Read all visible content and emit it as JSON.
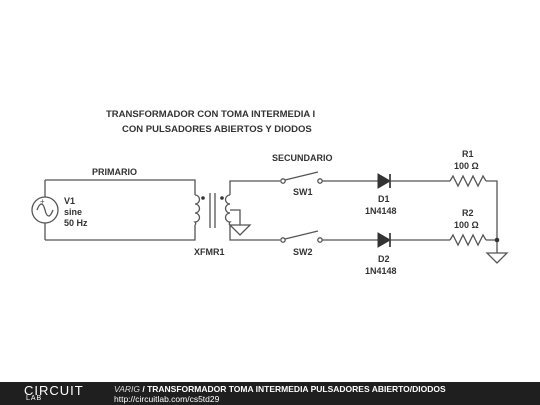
{
  "diagram": {
    "title_line1": "TRANSFORMADOR CON TOMA INTERMEDIA I",
    "title_line2": "CON PULSADORES ABIERTOS Y DIODOS",
    "primary_label": "PRIMARIO",
    "secondary_label": "SECUNDARIO",
    "source": {
      "name": "V1",
      "type": "sine",
      "freq": "50 Hz"
    },
    "transformer": {
      "name": "XFMR1"
    },
    "switches": [
      {
        "name": "SW1"
      },
      {
        "name": "SW2"
      }
    ],
    "diodes": [
      {
        "name": "D1",
        "part": "1N4148"
      },
      {
        "name": "D2",
        "part": "1N4148"
      }
    ],
    "resistors": [
      {
        "name": "R1",
        "value": "100 Ω"
      },
      {
        "name": "R2",
        "value": "100 Ω"
      }
    ]
  },
  "footer": {
    "logo_top": "CIRCUIT",
    "logo_bottom": "LAB",
    "user": "VARIG",
    "separator": " / ",
    "title": "TRANSFORMADOR TOMA INTERMEDIA PULSADORES ABIERTO/DIODOS",
    "url": "http://circuitlab.com/cs5td29"
  },
  "colors": {
    "wire": "#555555",
    "text": "#333333",
    "footer_bg": "#1f1f1f"
  }
}
